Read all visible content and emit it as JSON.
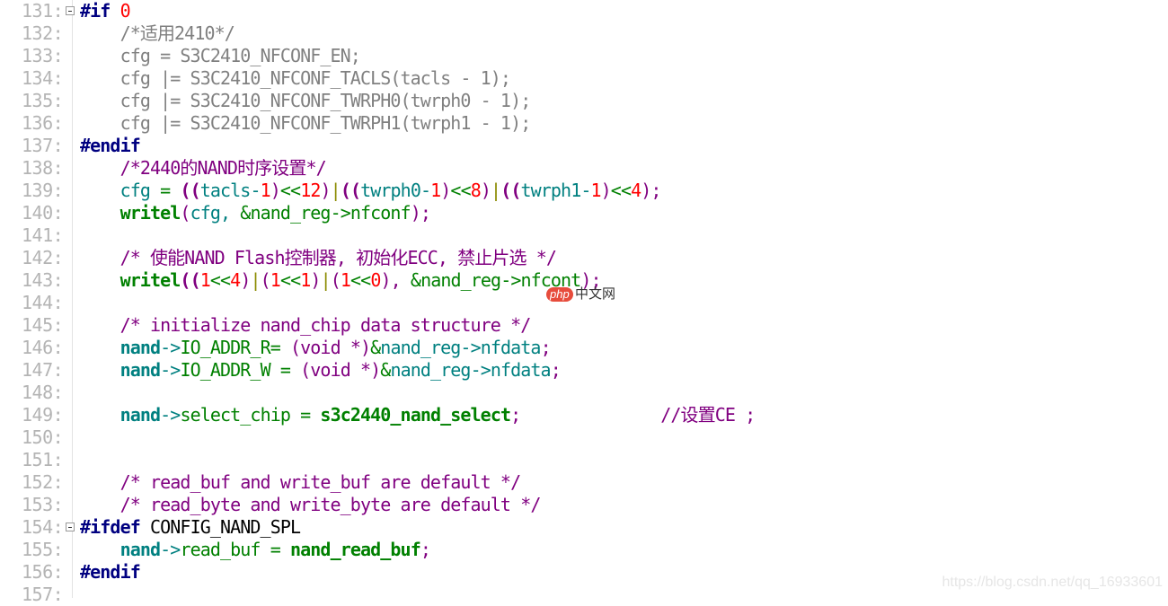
{
  "editor": {
    "lines": [
      {
        "n": "131:",
        "fold": true,
        "tokens": [
          [
            "pp",
            "#if "
          ],
          [
            "num",
            "0"
          ]
        ]
      },
      {
        "n": "132:",
        "tokens": [
          [
            "cmgray",
            "    /*适用2410*/"
          ]
        ]
      },
      {
        "n": "133:",
        "tokens": [
          [
            "gray",
            "    cfg = S3C2410_NFCONF_EN;"
          ]
        ]
      },
      {
        "n": "134:",
        "tokens": [
          [
            "gray",
            "    cfg |= S3C2410_NFCONF_TACLS(tacls - 1);"
          ]
        ]
      },
      {
        "n": "135:",
        "tokens": [
          [
            "gray",
            "    cfg |= S3C2410_NFCONF_TWRPH0(twrph0 - 1);"
          ]
        ]
      },
      {
        "n": "136:",
        "tokens": [
          [
            "gray",
            "    cfg |= S3C2410_NFCONF_TWRPH1(twrph1 - 1);"
          ]
        ]
      },
      {
        "n": "137:",
        "tokens": [
          [
            "pp",
            "#endif"
          ]
        ]
      },
      {
        "n": "138:",
        "tokens": [
          [
            "cm",
            "    /*2440的NAND时序设置*/"
          ]
        ]
      },
      {
        "n": "139:",
        "tokens": [
          [
            "teal",
            "    cfg "
          ],
          [
            "grn",
            "= "
          ],
          [
            "purb",
            "(("
          ],
          [
            "teal",
            "tacls-"
          ],
          [
            "num",
            "1"
          ],
          [
            "pur",
            ")"
          ],
          [
            "grn",
            "<<"
          ],
          [
            "num",
            "12"
          ],
          [
            "pur",
            ")"
          ],
          [
            "olive",
            "|"
          ],
          [
            "purb",
            "(("
          ],
          [
            "teal",
            "twrph0-"
          ],
          [
            "num",
            "1"
          ],
          [
            "pur",
            ")"
          ],
          [
            "grn",
            "<<"
          ],
          [
            "num",
            "8"
          ],
          [
            "pur",
            ")"
          ],
          [
            "olive",
            "|"
          ],
          [
            "purb",
            "(("
          ],
          [
            "teal",
            "twrph1-"
          ],
          [
            "num",
            "1"
          ],
          [
            "pur",
            ")"
          ],
          [
            "grn",
            "<<"
          ],
          [
            "num",
            "4"
          ],
          [
            "pur",
            ");"
          ]
        ]
      },
      {
        "n": "140:",
        "tokens": [
          [
            "grnb",
            "    writel"
          ],
          [
            "pur",
            "("
          ],
          [
            "teal",
            "cfg, "
          ],
          [
            "grn",
            "&nand_reg->nfconf"
          ],
          [
            "pur",
            ");"
          ]
        ]
      },
      {
        "n": "141:",
        "tokens": []
      },
      {
        "n": "142:",
        "tokens": [
          [
            "cm",
            "    /* 使能NAND Flash控制器, 初始化ECC, 禁止片选 */"
          ]
        ]
      },
      {
        "n": "143:",
        "tokens": [
          [
            "grnb",
            "    writel"
          ],
          [
            "purb",
            "(("
          ],
          [
            "num",
            "1"
          ],
          [
            "grn",
            "<<"
          ],
          [
            "num",
            "4"
          ],
          [
            "pur",
            ")"
          ],
          [
            "olive",
            "|"
          ],
          [
            "pur",
            "("
          ],
          [
            "num",
            "1"
          ],
          [
            "grn",
            "<<"
          ],
          [
            "num",
            "1"
          ],
          [
            "pur",
            ")"
          ],
          [
            "olive",
            "|"
          ],
          [
            "pur",
            "("
          ],
          [
            "num",
            "1"
          ],
          [
            "grn",
            "<<"
          ],
          [
            "num",
            "0"
          ],
          [
            "pur",
            "), "
          ],
          [
            "grn",
            "&nand_reg->nfcont"
          ],
          [
            "pur",
            ");"
          ]
        ]
      },
      {
        "n": "144:",
        "tokens": []
      },
      {
        "n": "145:",
        "tokens": [
          [
            "cm",
            "    /* initialize nand_chip data structure */"
          ]
        ]
      },
      {
        "n": "146:",
        "tokens": [
          [
            "tealb",
            "    nand"
          ],
          [
            "teal",
            "->"
          ],
          [
            "grn",
            "IO_ADDR_R= "
          ],
          [
            "pur",
            "(void *)"
          ],
          [
            "grn",
            "&"
          ],
          [
            "teal",
            "nand_reg->nfdata"
          ],
          [
            "pur",
            ";"
          ]
        ]
      },
      {
        "n": "147:",
        "tokens": [
          [
            "tealb",
            "    nand"
          ],
          [
            "teal",
            "->"
          ],
          [
            "grn",
            "IO_ADDR_W = "
          ],
          [
            "pur",
            "(void *)"
          ],
          [
            "grn",
            "&"
          ],
          [
            "teal",
            "nand_reg->nfdata"
          ],
          [
            "pur",
            ";"
          ]
        ]
      },
      {
        "n": "148:",
        "tokens": []
      },
      {
        "n": "149:",
        "tokens": [
          [
            "tealb",
            "    nand"
          ],
          [
            "teal",
            "->"
          ],
          [
            "grn",
            "select_chip = "
          ],
          [
            "grnb",
            "s3c2440_nand_select"
          ],
          [
            "pur",
            ";"
          ],
          [
            "blk",
            "              "
          ],
          [
            "cm",
            "//设置CE ;"
          ]
        ]
      },
      {
        "n": "150:",
        "tokens": []
      },
      {
        "n": "151:",
        "tokens": []
      },
      {
        "n": "152:",
        "tokens": [
          [
            "cm",
            "    /* read_buf and write_buf are default */"
          ]
        ]
      },
      {
        "n": "153:",
        "tokens": [
          [
            "cm",
            "    /* read_byte and write_byte are default */"
          ]
        ]
      },
      {
        "n": "154:",
        "fold": true,
        "tokens": [
          [
            "pp",
            "#ifdef "
          ],
          [
            "blk",
            "CONFIG_NAND_SPL"
          ]
        ]
      },
      {
        "n": "155:",
        "tokens": [
          [
            "tealb",
            "    nand"
          ],
          [
            "teal",
            "->"
          ],
          [
            "grn",
            "read_buf = "
          ],
          [
            "grnb",
            "nand_read_buf"
          ],
          [
            "pur",
            ";"
          ]
        ]
      },
      {
        "n": "156:",
        "tokens": [
          [
            "pp",
            "#endif"
          ]
        ]
      },
      {
        "n": "157:",
        "tokens": []
      }
    ]
  },
  "watermarks": {
    "php_badge": "php",
    "php_site": "中文网",
    "url": "https://blog.csdn.net/qq_16933601"
  }
}
